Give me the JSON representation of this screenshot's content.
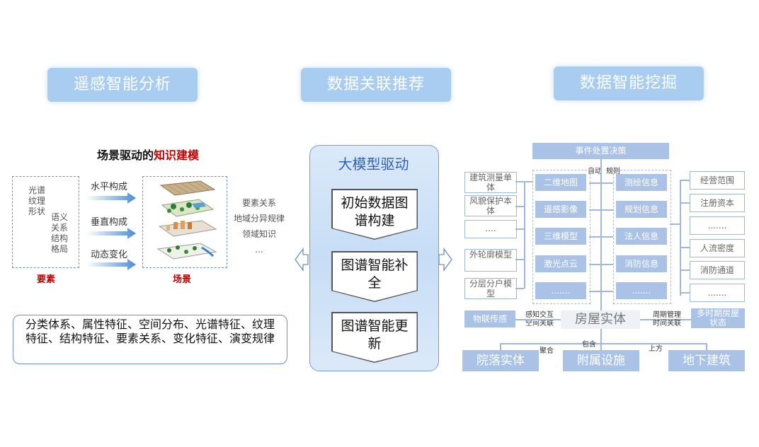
{
  "headers": {
    "left": "遥感智能分析",
    "middle": "数据关联推荐",
    "right": "数据智能挖掘"
  },
  "left": {
    "title_prefix": "场景驱动的",
    "title_highlight": "知识建模",
    "element_words_a": [
      "光谱",
      "纹理",
      "形状"
    ],
    "element_words_b": [
      "语义",
      "关系",
      "结构",
      "格局"
    ],
    "arrow_labels": [
      "水平构成",
      "垂直构成",
      "动态变化"
    ],
    "side_words": [
      "要素关系",
      "地域分异规律",
      "领域知识",
      "..."
    ],
    "label_elements": "要素",
    "label_scene": "场景",
    "bottom_text": "分类体系、属性特征、空间分布、光谱特征、纹理特征、结构特征、要素关系、变化特征、演变规律"
  },
  "middle": {
    "title": "大模型驱动",
    "steps": [
      "初始数据图谱构建",
      "图谱智能补全",
      "图谱智能更新"
    ]
  },
  "right": {
    "top_bar": "事件处置决策",
    "top_note_a": "自动",
    "top_note_b": "规则",
    "left_outer": [
      "建筑测量单体",
      "风貌保护本体",
      "....",
      "外轮廓模型",
      "分层分户模型"
    ],
    "left_inner": [
      "二维地图",
      "遥感影像",
      "三维模型",
      "激光点云",
      "......."
    ],
    "right_inner": [
      "测绘信息",
      "规划信息",
      "法人信息",
      "消防信息",
      "......."
    ],
    "right_outer": [
      "经营范围",
      "注册资本",
      ".......",
      "人流密度",
      "消防通道",
      "......."
    ],
    "iot": "物联传感",
    "iot_note_a": "感知交互",
    "iot_note_b": "空间关联",
    "center": "房屋实体",
    "period_note_a": "周期管理",
    "period_note_b": "时间关联",
    "period_box": "多时期房屋状态",
    "rel_labels": [
      "聚合",
      "包含",
      "上方"
    ],
    "bottom_boxes": [
      "院落实体",
      "附属设施",
      "地下建筑"
    ]
  }
}
